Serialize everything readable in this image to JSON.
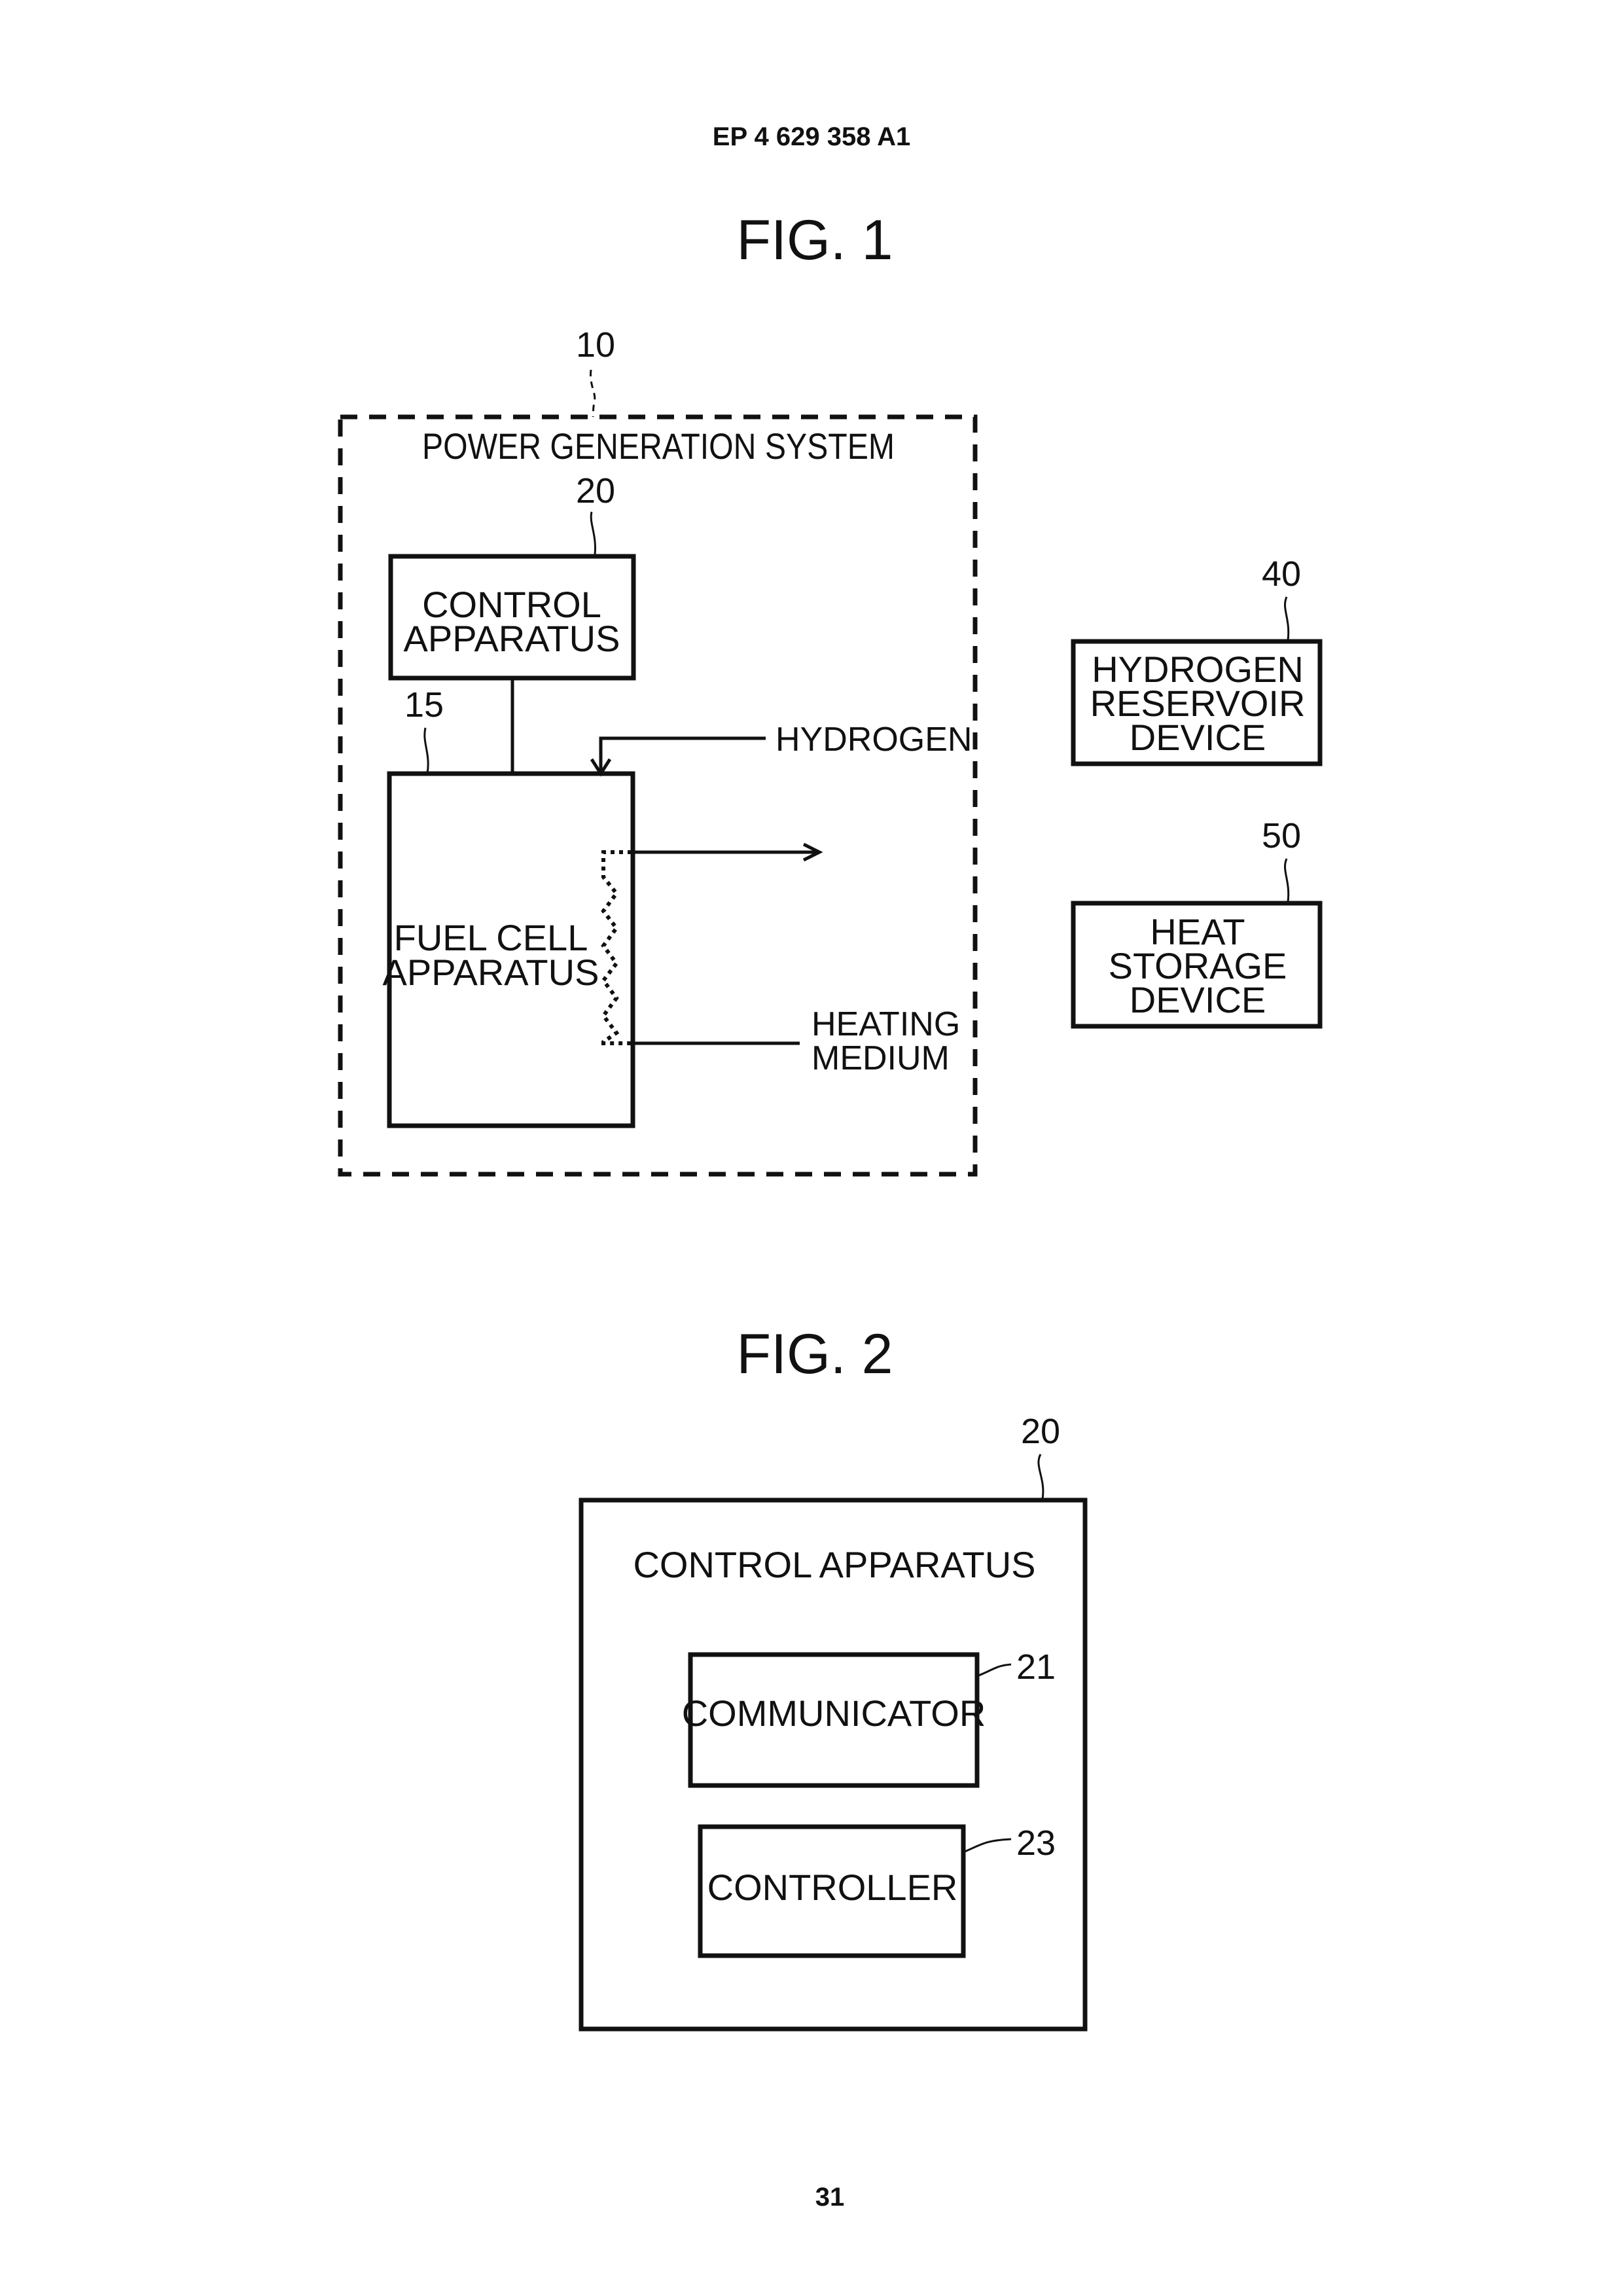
{
  "header": {
    "publication_number": "EP 4 629 358 A1"
  },
  "fig1": {
    "title": "FIG. 1",
    "system": {
      "ref": "10",
      "label": "POWER GENERATION SYSTEM"
    },
    "control_apparatus": {
      "ref": "20",
      "lines": [
        "CONTROL",
        "APPARATUS"
      ]
    },
    "fuel_cell_apparatus": {
      "ref": "15",
      "lines": [
        "FUEL CELL",
        "APPARATUS"
      ]
    },
    "hydrogen_input": {
      "label": "HYDROGEN"
    },
    "heating_medium": {
      "lines": [
        "HEATING",
        "MEDIUM"
      ]
    },
    "hydrogen_reservoir": {
      "ref": "40",
      "lines": [
        "HYDROGEN",
        "RESERVOIR",
        "DEVICE"
      ]
    },
    "heat_storage": {
      "ref": "50",
      "lines": [
        "HEAT",
        "STORAGE",
        "DEVICE"
      ]
    }
  },
  "fig2": {
    "title": "FIG. 2",
    "control_apparatus": {
      "ref": "20",
      "label": "CONTROL APPARATUS"
    },
    "communicator": {
      "ref": "21",
      "label": "COMMUNICATOR"
    },
    "controller": {
      "ref": "23",
      "label": "CONTROLLER"
    }
  },
  "footer": {
    "page_number": "31"
  }
}
